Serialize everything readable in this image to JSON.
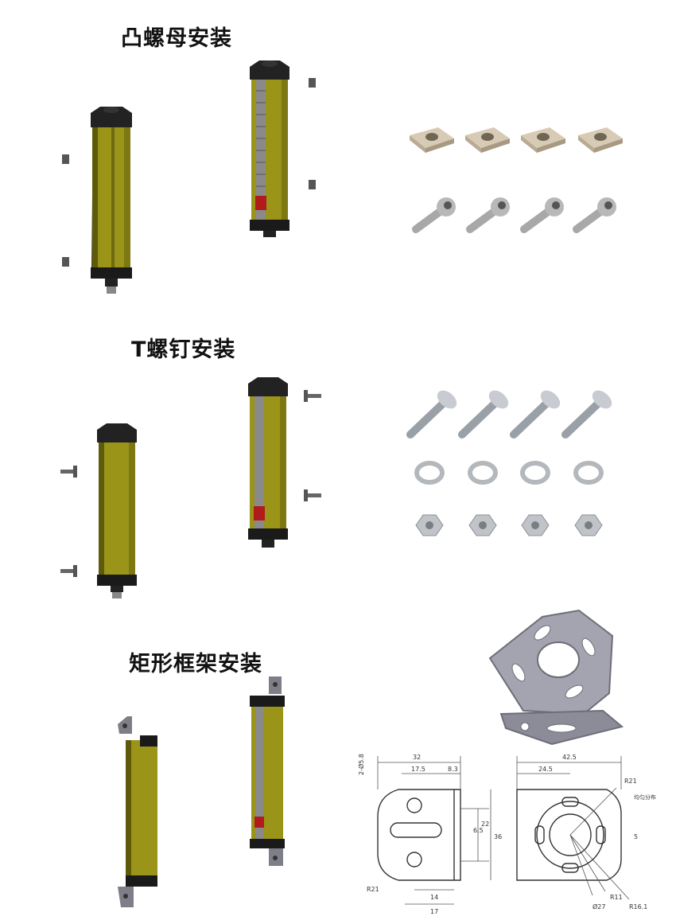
{
  "sections": [
    {
      "title": "凸螺母安装"
    },
    {
      "title": "T螺钉安装"
    },
    {
      "title": "矩形框架安装"
    }
  ],
  "dimensions": {
    "left": {
      "holes": "2-Ø5.8",
      "width": "32",
      "offset_a": "17.5",
      "offset_b": "8.3",
      "h_inner": "22",
      "h_outer": "36",
      "h_small": "6.5",
      "radius": "R21",
      "bottom_a": "14",
      "bottom_b": "17"
    },
    "right": {
      "width": "42.5",
      "offset": "24.5",
      "radius_top": "R21",
      "note": "均匀分布",
      "slot": "5",
      "dia": "Ø27",
      "r_inner": "R11",
      "r_outer": "R16.1"
    }
  },
  "colors": {
    "housing": "#9a9418",
    "housing_dark": "#5e5a0a",
    "cap": "#1a1a1a",
    "metal": "#c8c8c8",
    "bracket": "#9a9aa8"
  }
}
